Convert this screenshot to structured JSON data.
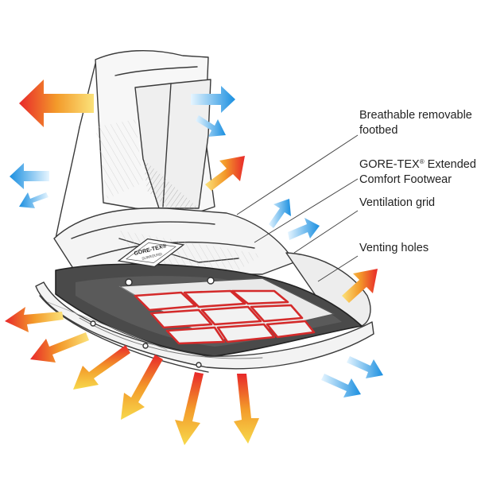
{
  "labels": {
    "footbed_line1": "Breathable removable",
    "footbed_line2": "footbed",
    "goretex_line1_pre": "GORE-TEX",
    "goretex_reg": "®",
    "goretex_line1_post": " Extended",
    "goretex_line2": "Comfort Footwear",
    "grid": "Ventilation grid",
    "holes": "Venting holes"
  },
  "badge": {
    "brand_text": "GORE-TEX®",
    "sub_text": "SURROUND"
  },
  "colors": {
    "outflow_warm_start": "#f7d94c",
    "outflow_warm_end": "#e8282a",
    "inflow_cool_start": "#1a8fe0",
    "inflow_cool_end": "#bfe6ff",
    "grid_red": "#d42a2a",
    "sketch_line": "#3a3a3a",
    "leader_line": "#444444"
  },
  "icons": {
    "warm_arrow": "arrow-outflow-icon",
    "cool_arrow": "arrow-inflow-icon"
  }
}
